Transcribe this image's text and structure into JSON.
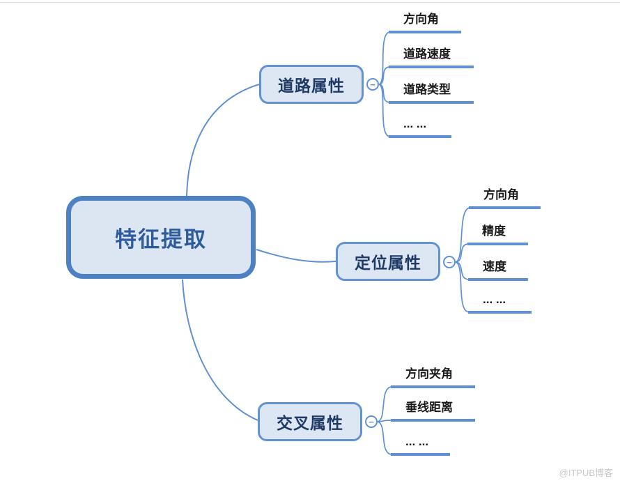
{
  "canvas": {
    "watermark": "@ITPUB博客"
  },
  "mindmap": {
    "root": {
      "label": "特征提取"
    },
    "branches": [
      {
        "label": "道路属性",
        "children": [
          "方向角",
          "道路速度",
          "道路类型",
          "... ..."
        ]
      },
      {
        "label": "定位属性",
        "children": [
          "方向角",
          "精度",
          "速度",
          "... ..."
        ]
      },
      {
        "label": "交叉属性",
        "children": [
          "方向夹角",
          "垂线距离",
          "... ..."
        ]
      }
    ],
    "collapse_glyph": "−",
    "colors": {
      "root_border": "#4e80c4",
      "root_fill": "#dce6f3",
      "root_text": "#2e5b9e",
      "branch_border": "#6392d4",
      "branch_fill": "#dde6f3",
      "branch_text": "#1f3a66",
      "leaf_text": "#1a1a1a",
      "connector": "#5f90d4",
      "watermark": "#c9c9c9"
    }
  }
}
